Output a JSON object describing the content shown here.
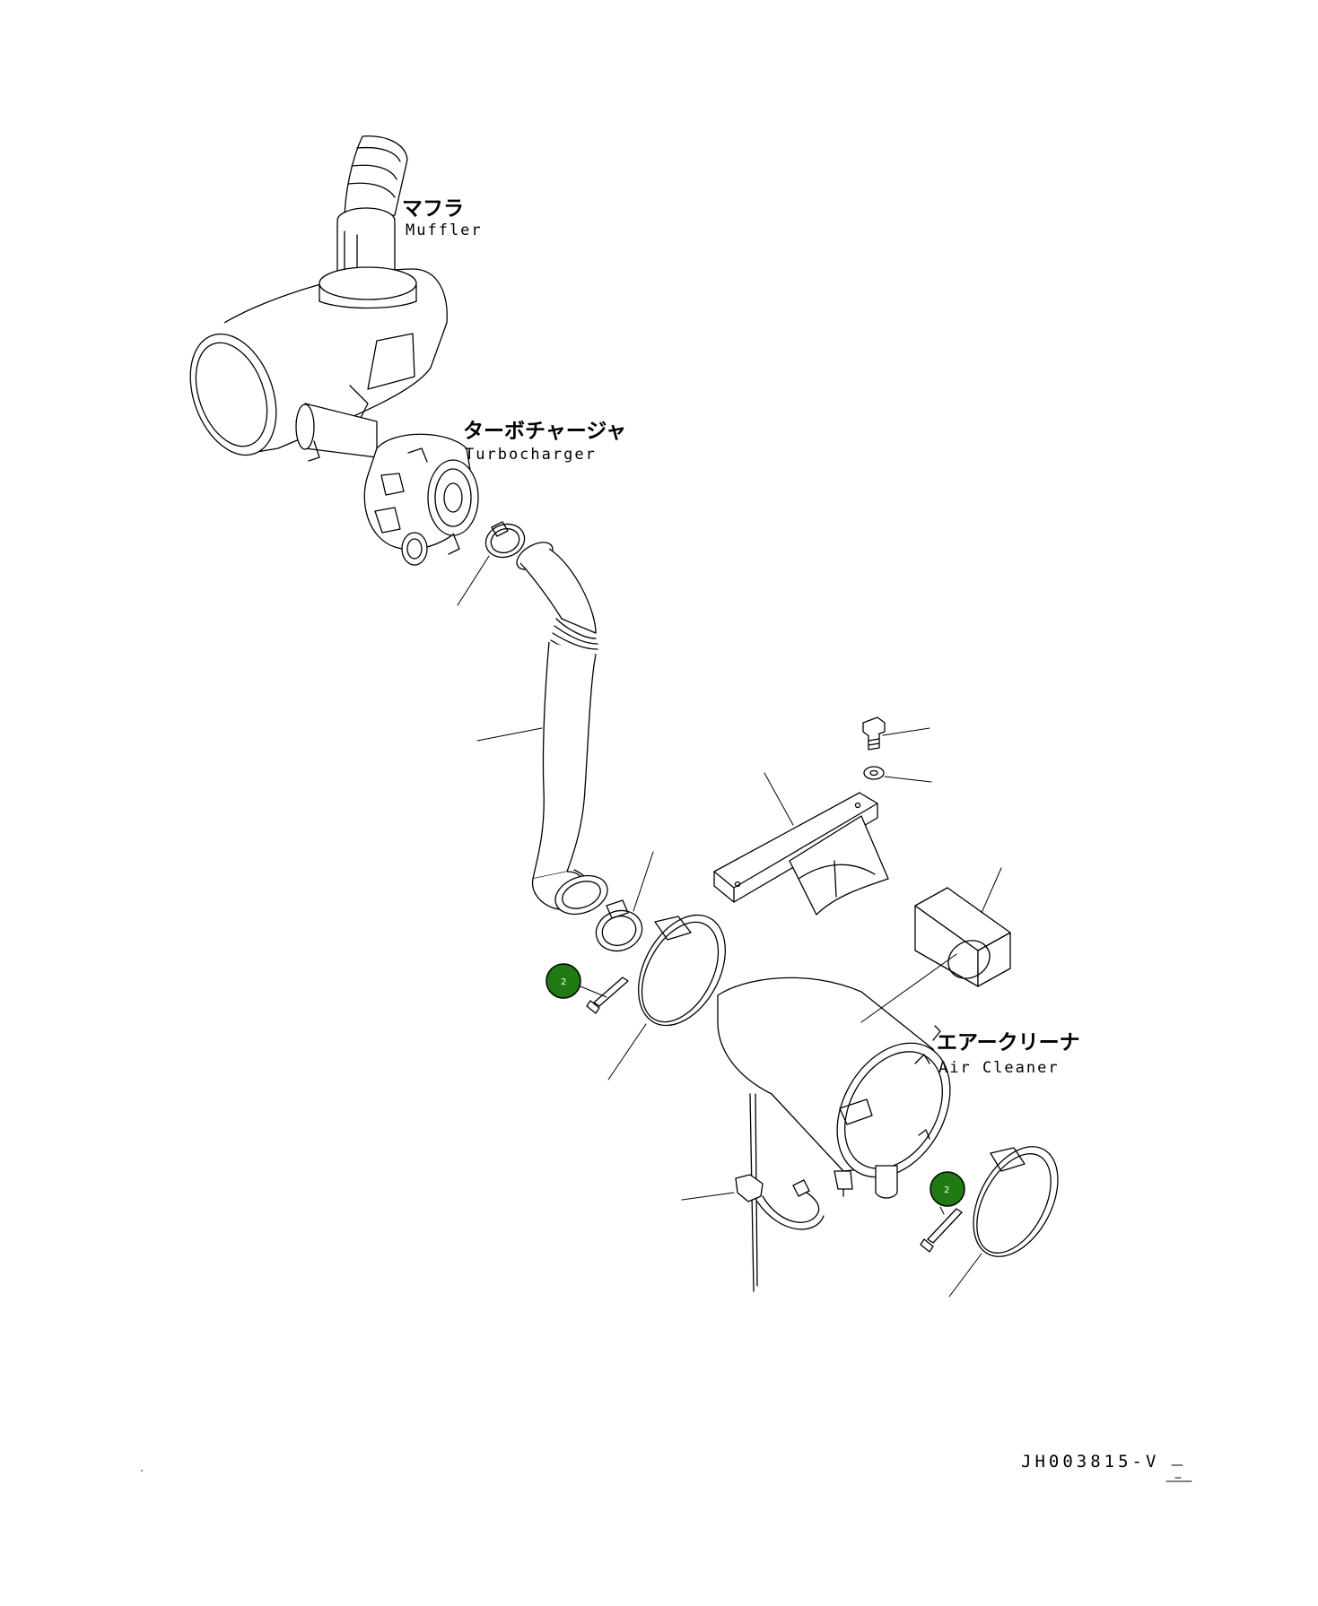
{
  "labels": {
    "muffler": {
      "jp": "マフラ",
      "en": "Muffler"
    },
    "turbocharger": {
      "jp": "ターボチャージャ",
      "en": "Turbocharger"
    },
    "air_cleaner": {
      "jp": "エアークリーナ",
      "en": "Air Cleaner"
    }
  },
  "callouts": [
    {
      "number": "2",
      "target": "clamp-bolt-left"
    },
    {
      "number": "2",
      "target": "clamp-bolt-right"
    }
  ],
  "drawing_code": "JH003815-V",
  "colors": {
    "callout_fill": "#1f7a14",
    "line": "#000000",
    "background": "#ffffff"
  }
}
